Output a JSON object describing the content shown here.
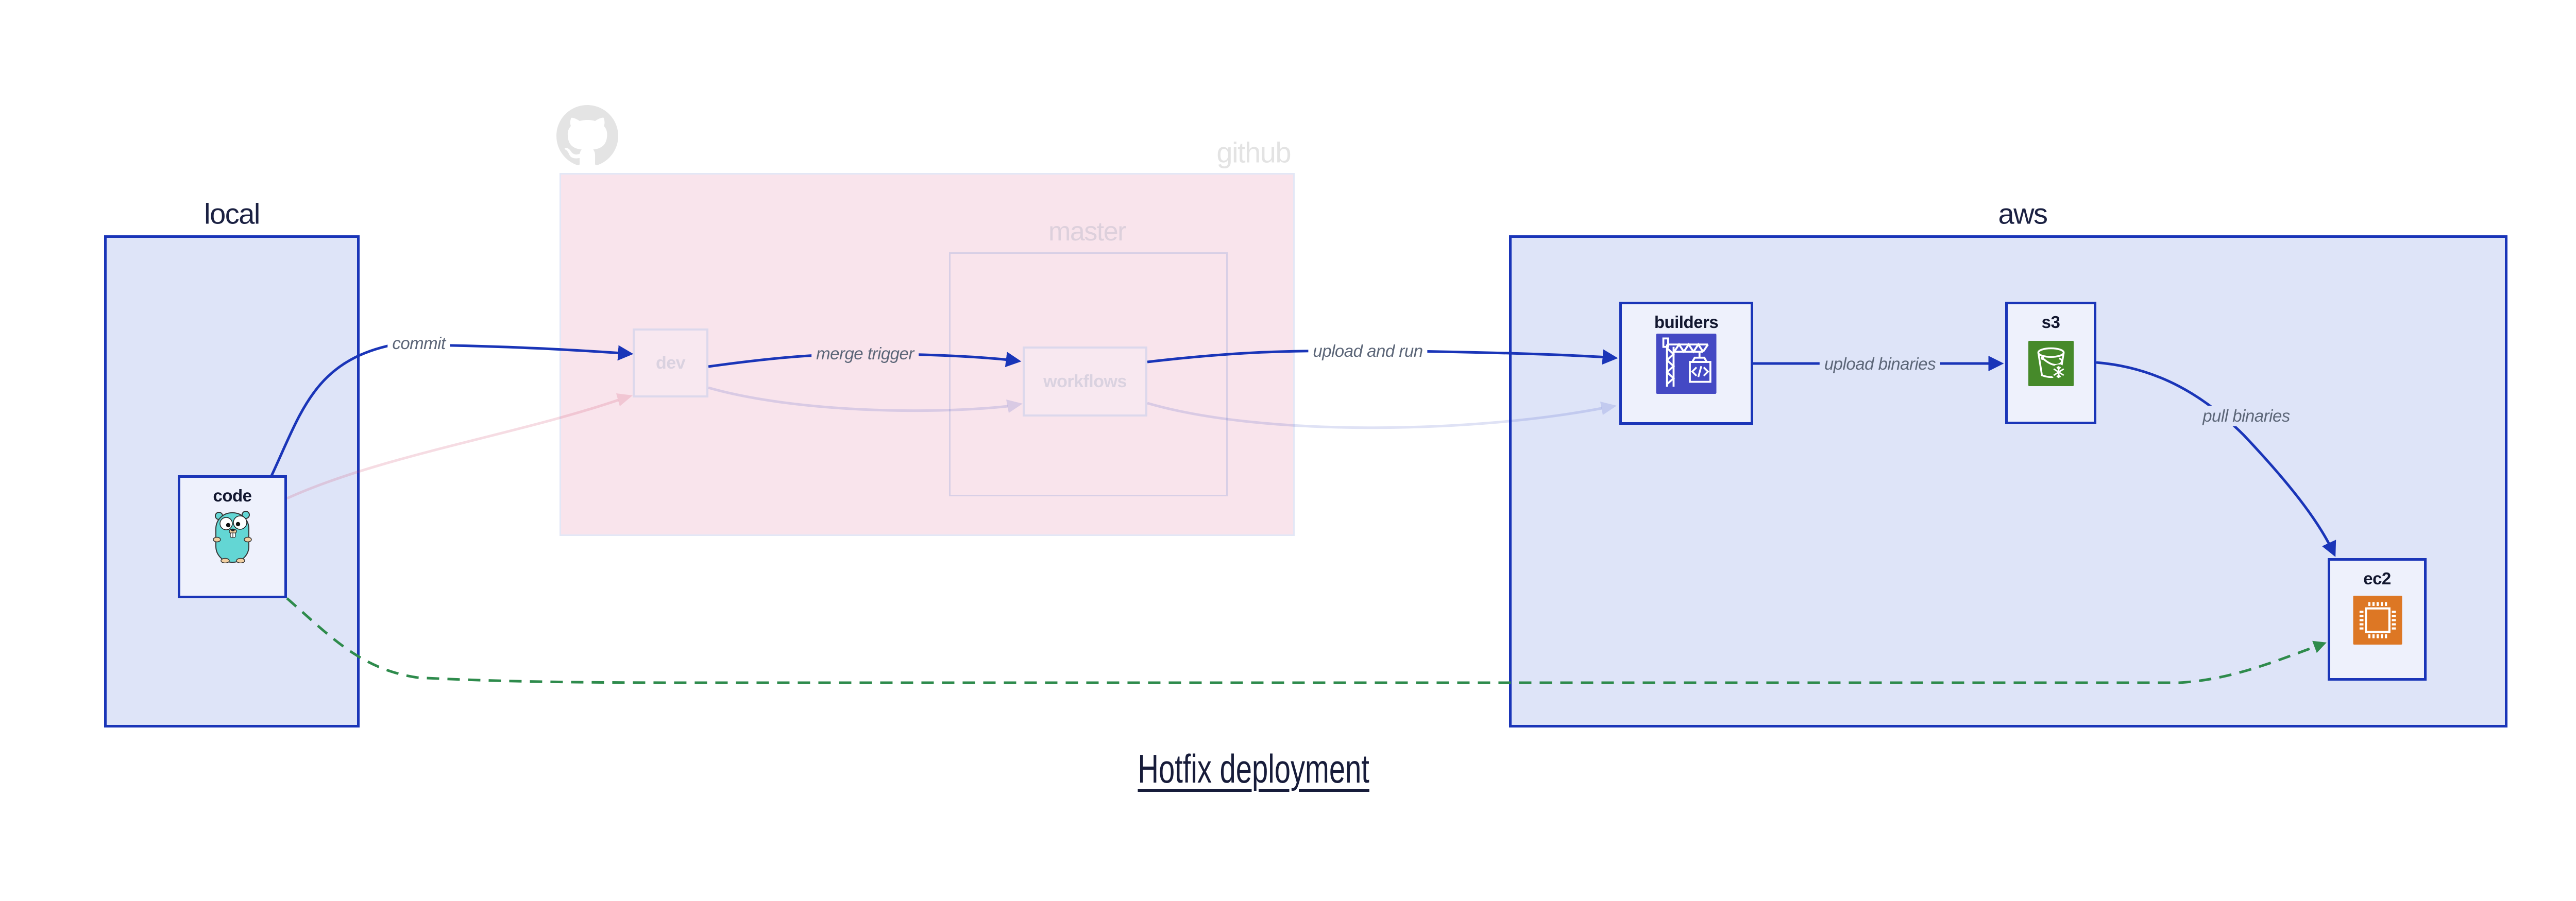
{
  "title": "Hotfix deployment",
  "groups": {
    "local": {
      "label": "local"
    },
    "github": {
      "label": "github",
      "master": {
        "label": "master"
      }
    },
    "aws": {
      "label": "aws"
    }
  },
  "nodes": {
    "code": {
      "label": "code"
    },
    "dev": {
      "label": "dev"
    },
    "workflows": {
      "label": "workflows"
    },
    "builders": {
      "label": "builders"
    },
    "s3": {
      "label": "s3"
    },
    "ec2": {
      "label": "ec2"
    }
  },
  "edges": {
    "commit": {
      "label": "commit"
    },
    "merge_trigger": {
      "label": "merge trigger"
    },
    "upload_and_run": {
      "label": "upload and run"
    },
    "upload_binaries": {
      "label": "upload binaries"
    },
    "pull_binaries": {
      "label": "pull binaries"
    }
  },
  "icons": {
    "github_logo": "github-octocat-icon",
    "code": "gopher-icon",
    "builders": "crane-codebuild-icon",
    "s3": "bucket-s3-icon",
    "ec2": "chip-ec2-icon"
  },
  "colors": {
    "edge_blue": "#1a35b8",
    "edge_green": "#2e8b4c",
    "group_fill_lavender": "#dee4f8",
    "github_fill_pink": "#f9e4ec",
    "builders_icon_bg": "#4449c4",
    "s3_icon_bg": "#468a2a",
    "ec2_icon_bg": "#dd7724"
  }
}
